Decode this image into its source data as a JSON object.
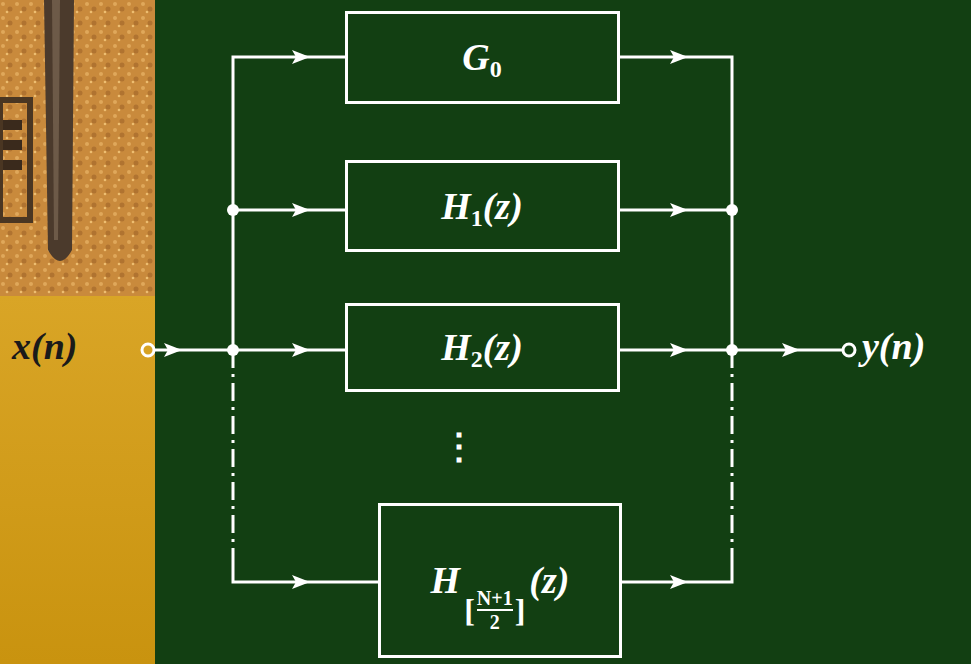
{
  "diagram": {
    "nodes": [
      {
        "text": [
          "G",
          "0"
        ]
      },
      {
        "text": [
          "H",
          "1",
          "(z)"
        ]
      },
      {
        "text": [
          "H",
          "2",
          "(z)"
        ]
      },
      {
        "text": [
          "H",
          "[",
          "N+1",
          "2",
          "]",
          "(z)"
        ]
      }
    ],
    "labels": [
      "x(n)",
      "y(n)",
      "⋮"
    ]
  }
}
